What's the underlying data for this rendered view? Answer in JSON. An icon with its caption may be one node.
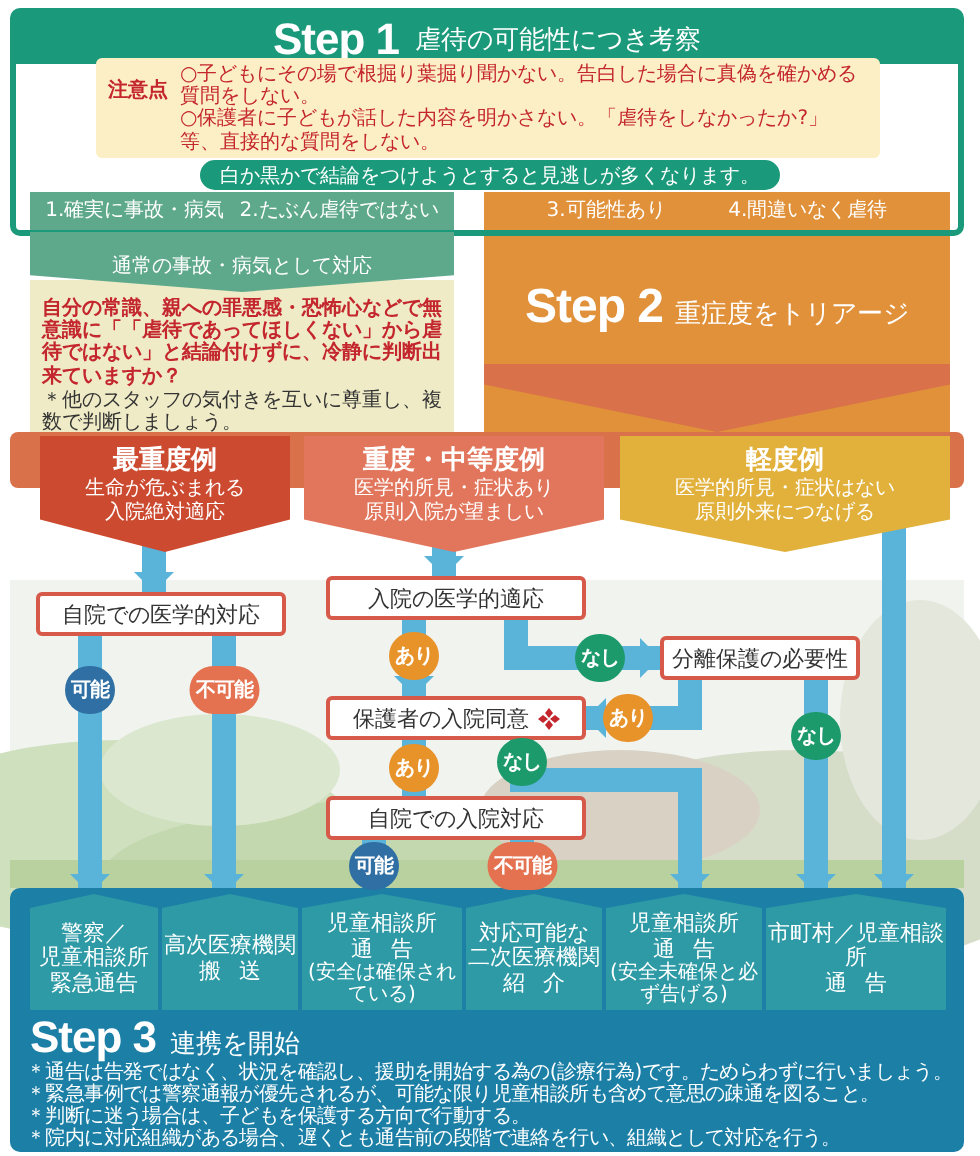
{
  "diagram": {
    "nodes": [
      {
        "text": [
          "Step 1",
          "虐待の可能性につき考察"
        ]
      },
      {
        "text": [
          "注意点",
          "○子どもにその場で根掘り葉掘り聞かない。告白した場合に真偽を確かめる質問をしない。",
          "○保護者に子どもが話した内容を明かさない。「虐待をしなかったか?」等、直接的な質問をしない。"
        ],
        "in": 0
      },
      {
        "text": [
          "白か黒かで結論をつけようとすると見逃しが多くなります。"
        ],
        "in": 0
      },
      {
        "text": [
          "1.確実に事故・病気",
          "2.たぶん虐待ではない"
        ],
        "in": 0
      },
      {
        "text": [
          "3.可能性あり",
          "4.間違いなく虐待"
        ],
        "in": 0
      },
      {
        "text": [
          "通常の事故・病気として対応"
        ]
      },
      {
        "text": [
          "自分の常識、親への罪悪感・恐怖心などで無意識に「「虐待であってほしくない」から虐待ではない」と結論付けずに、冷静に判断出来ていますか？",
          "＊他のスタッフの気付きを互いに尊重し、複数で判断しましょう。"
        ]
      },
      {
        "text": [
          "Step 2",
          "重症度をトリアージ"
        ]
      },
      {
        "text": [
          "最重度例",
          "生命が危ぶまれる",
          "入院絶対適応"
        ]
      },
      {
        "text": [
          "重度・中等度例",
          "医学的所見・症状あり",
          "原則入院が望ましい"
        ]
      },
      {
        "text": [
          "軽度例",
          "医学的所見・症状はない",
          "原則外来につなげる"
        ]
      },
      {
        "text": [
          "入院の医学的適応"
        ]
      },
      {
        "text": [
          "自院での医学的対応"
        ]
      },
      {
        "text": [
          "分離保護の必要性"
        ]
      },
      {
        "text": [
          "保護者の入院同意"
        ]
      },
      {
        "text": [
          "自院での入院対応"
        ]
      },
      {
        "text": [
          "Step 3",
          "連携を開始",
          "＊通告は告発ではなく、状況を確認し、援助を開始する為の(診療行為)です。ためらわずに行いましょう。",
          "＊緊急事例では警察通報が優先されるが、可能な限り児童相談所も含めて意思の疎通を図ること。",
          "＊判断に迷う場合は、子どもを保護する方向で行動する。",
          "＊院内に対応組織がある場合、遅くとも通告前の段階で連絡を行い、組織として対応を行う。"
        ]
      },
      {
        "text": [
          "警察／",
          "児童相談所",
          "緊急通告"
        ],
        "in": 16
      },
      {
        "text": [
          "高次医療機関",
          "搬送"
        ],
        "in": 16
      },
      {
        "text": [
          "児童相談所",
          "通告",
          "(安全は確保されている)"
        ],
        "in": 16
      },
      {
        "text": [
          "対応可能な",
          "二次医療機関",
          "紹介"
        ],
        "in": 16
      },
      {
        "text": [
          "児童相談所",
          "通告",
          "(安全未確保と必ず告げる)"
        ],
        "in": 16
      },
      {
        "text": [
          "市町村／児童相談所",
          "通告"
        ],
        "in": 16
      }
    ],
    "edges": [
      {
        "from": 8,
        "to": 12,
        "arrow": "to"
      },
      {
        "from": 12,
        "to": 17,
        "arrow": "to",
        "label": "可能"
      },
      {
        "from": 12,
        "to": 18,
        "arrow": "to",
        "label": "不可能"
      },
      {
        "from": 9,
        "to": 11,
        "arrow": "to"
      },
      {
        "from": 11,
        "to": 14,
        "arrow": "to",
        "label": "あり"
      },
      {
        "from": 11,
        "to": 13,
        "arrow": "to",
        "label": "なし"
      },
      {
        "from": 13,
        "to": 14,
        "arrow": "to",
        "label": "あり"
      },
      {
        "from": 13,
        "to": 22,
        "arrow": "to",
        "label": "なし"
      },
      {
        "from": 14,
        "to": 15,
        "arrow": "to",
        "label": "あり"
      },
      {
        "from": 14,
        "to": 21,
        "arrow": "to",
        "label": "なし"
      },
      {
        "from": 15,
        "to": 19,
        "arrow": "to",
        "label": "可能"
      },
      {
        "from": 15,
        "to": 20,
        "arrow": "to",
        "label": "不可能"
      },
      {
        "from": 10,
        "to": 22,
        "arrow": "to"
      }
    ]
  }
}
